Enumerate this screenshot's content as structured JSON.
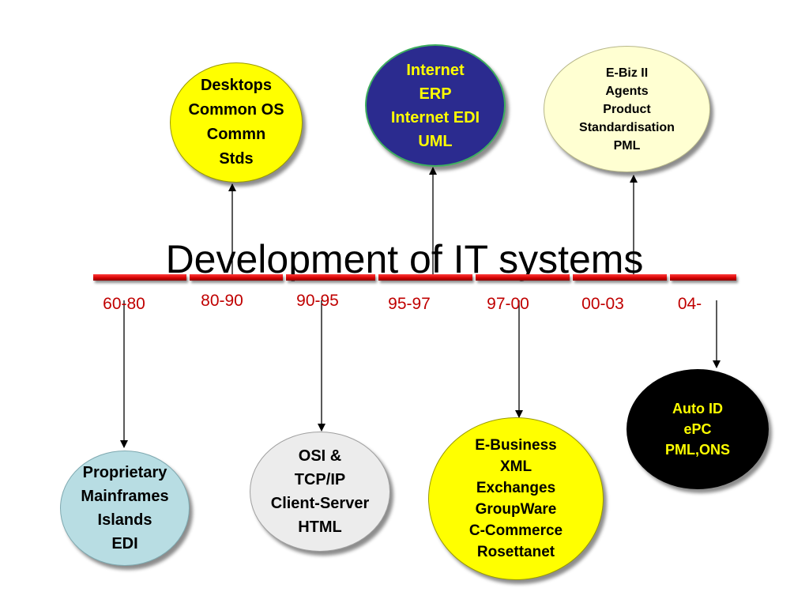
{
  "title": "Development of IT systems",
  "periods": [
    "60-80",
    "80-90",
    "90-95",
    "95-97",
    "97-00",
    "00-03",
    "04-"
  ],
  "bubbles": {
    "b6080": [
      "Proprietary",
      "Mainframes",
      "Islands",
      "EDI"
    ],
    "b8090": [
      "Desktops",
      "Common OS",
      "Commn",
      "Stds"
    ],
    "b9095": [
      "OSI &",
      "TCP/IP",
      "Client-Server",
      "HTML"
    ],
    "b9597": [
      "Internet",
      "ERP",
      "Internet EDI",
      "UML"
    ],
    "b9700": [
      "E-Business",
      "XML",
      "Exchanges",
      "GroupWare",
      "C-Commerce",
      "Rosettanet"
    ],
    "b0003": [
      "E-Biz II",
      "Agents",
      "Product",
      "Standardisation",
      "PML"
    ],
    "b04": [
      "Auto ID",
      "ePC",
      "PML,ONS"
    ]
  },
  "colors": {
    "timeline": "#d20000",
    "year_text": "#c00000",
    "light_blue": "#b8dde3",
    "yellow": "#ffff00",
    "light_gray": "#ececec",
    "navy": "#2b2b8f",
    "navy_text": "#ffff00",
    "cream": "#ffffd2",
    "black": "#000000"
  }
}
